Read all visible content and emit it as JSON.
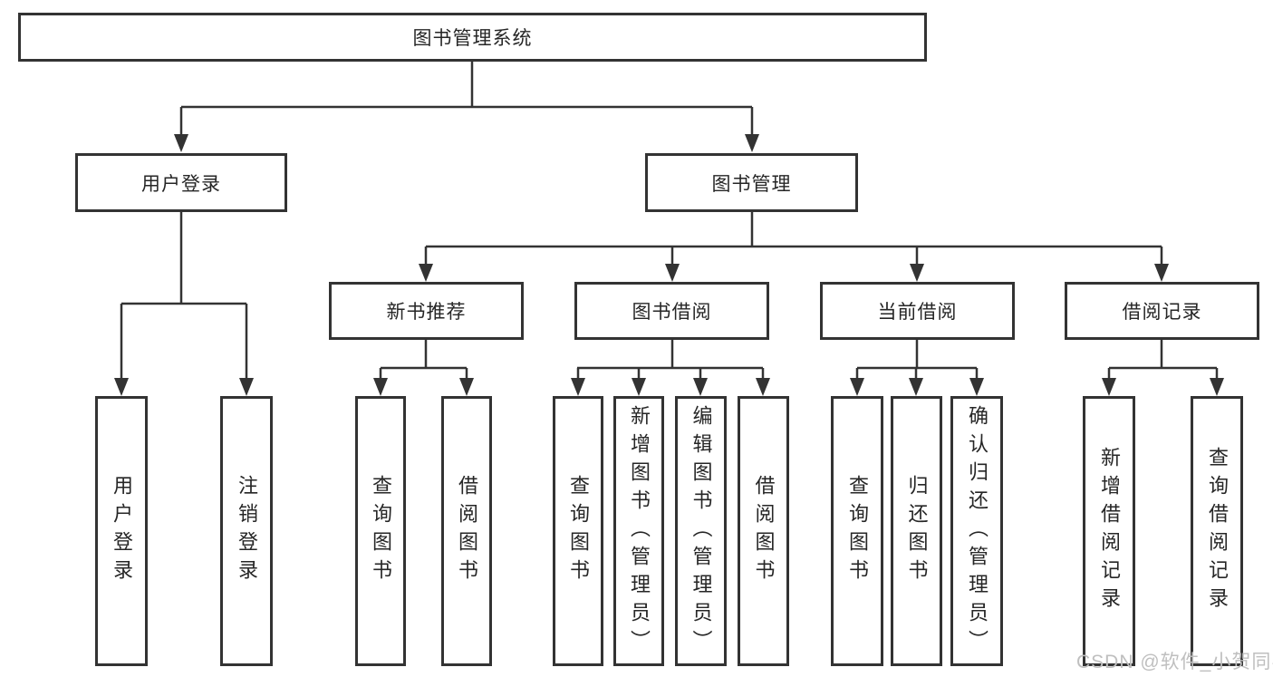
{
  "diagram": {
    "title": "图书管理系统",
    "nodes": {
      "root": "图书管理系统",
      "user_login": "用户登录",
      "book_mgmt": "图书管理",
      "new_book_rec": "新书推荐",
      "book_borrow": "图书借阅",
      "current_borrow": "当前借阅",
      "borrow_records": "借阅记录",
      "ul_login": "用户登录",
      "ul_logout": "注销登录",
      "nb_query": "查询图书",
      "nb_borrow": "借阅图书",
      "bb_query": "查询图书",
      "bb_add": "新增图书（管理员）",
      "bb_edit": "编辑图书（管理员）",
      "bb_borrow": "借阅图书",
      "cb_query": "查询图书",
      "cb_return": "归还图书",
      "cb_confirm": "确认归还（管理员）",
      "br_add": "新增借阅记录",
      "br_query": "查询借阅记录"
    },
    "hierarchy": {
      "图书管理系统": {
        "用户登录": [
          "用户登录",
          "注销登录"
        ],
        "图书管理": {
          "新书推荐": [
            "查询图书",
            "借阅图书"
          ],
          "图书借阅": [
            "查询图书",
            "新增图书（管理员）",
            "编辑图书（管理员）",
            "借阅图书"
          ],
          "当前借阅": [
            "查询图书",
            "归还图书",
            "确认归还（管理员）"
          ],
          "借阅记录": [
            "新增借阅记录",
            "查询借阅记录"
          ]
        }
      }
    },
    "colors": {
      "line": "#333333",
      "text": "#262626",
      "background": "#ffffff",
      "watermark": "#bfbfbf"
    },
    "watermark": "CSDN @软件_小贺同学"
  }
}
